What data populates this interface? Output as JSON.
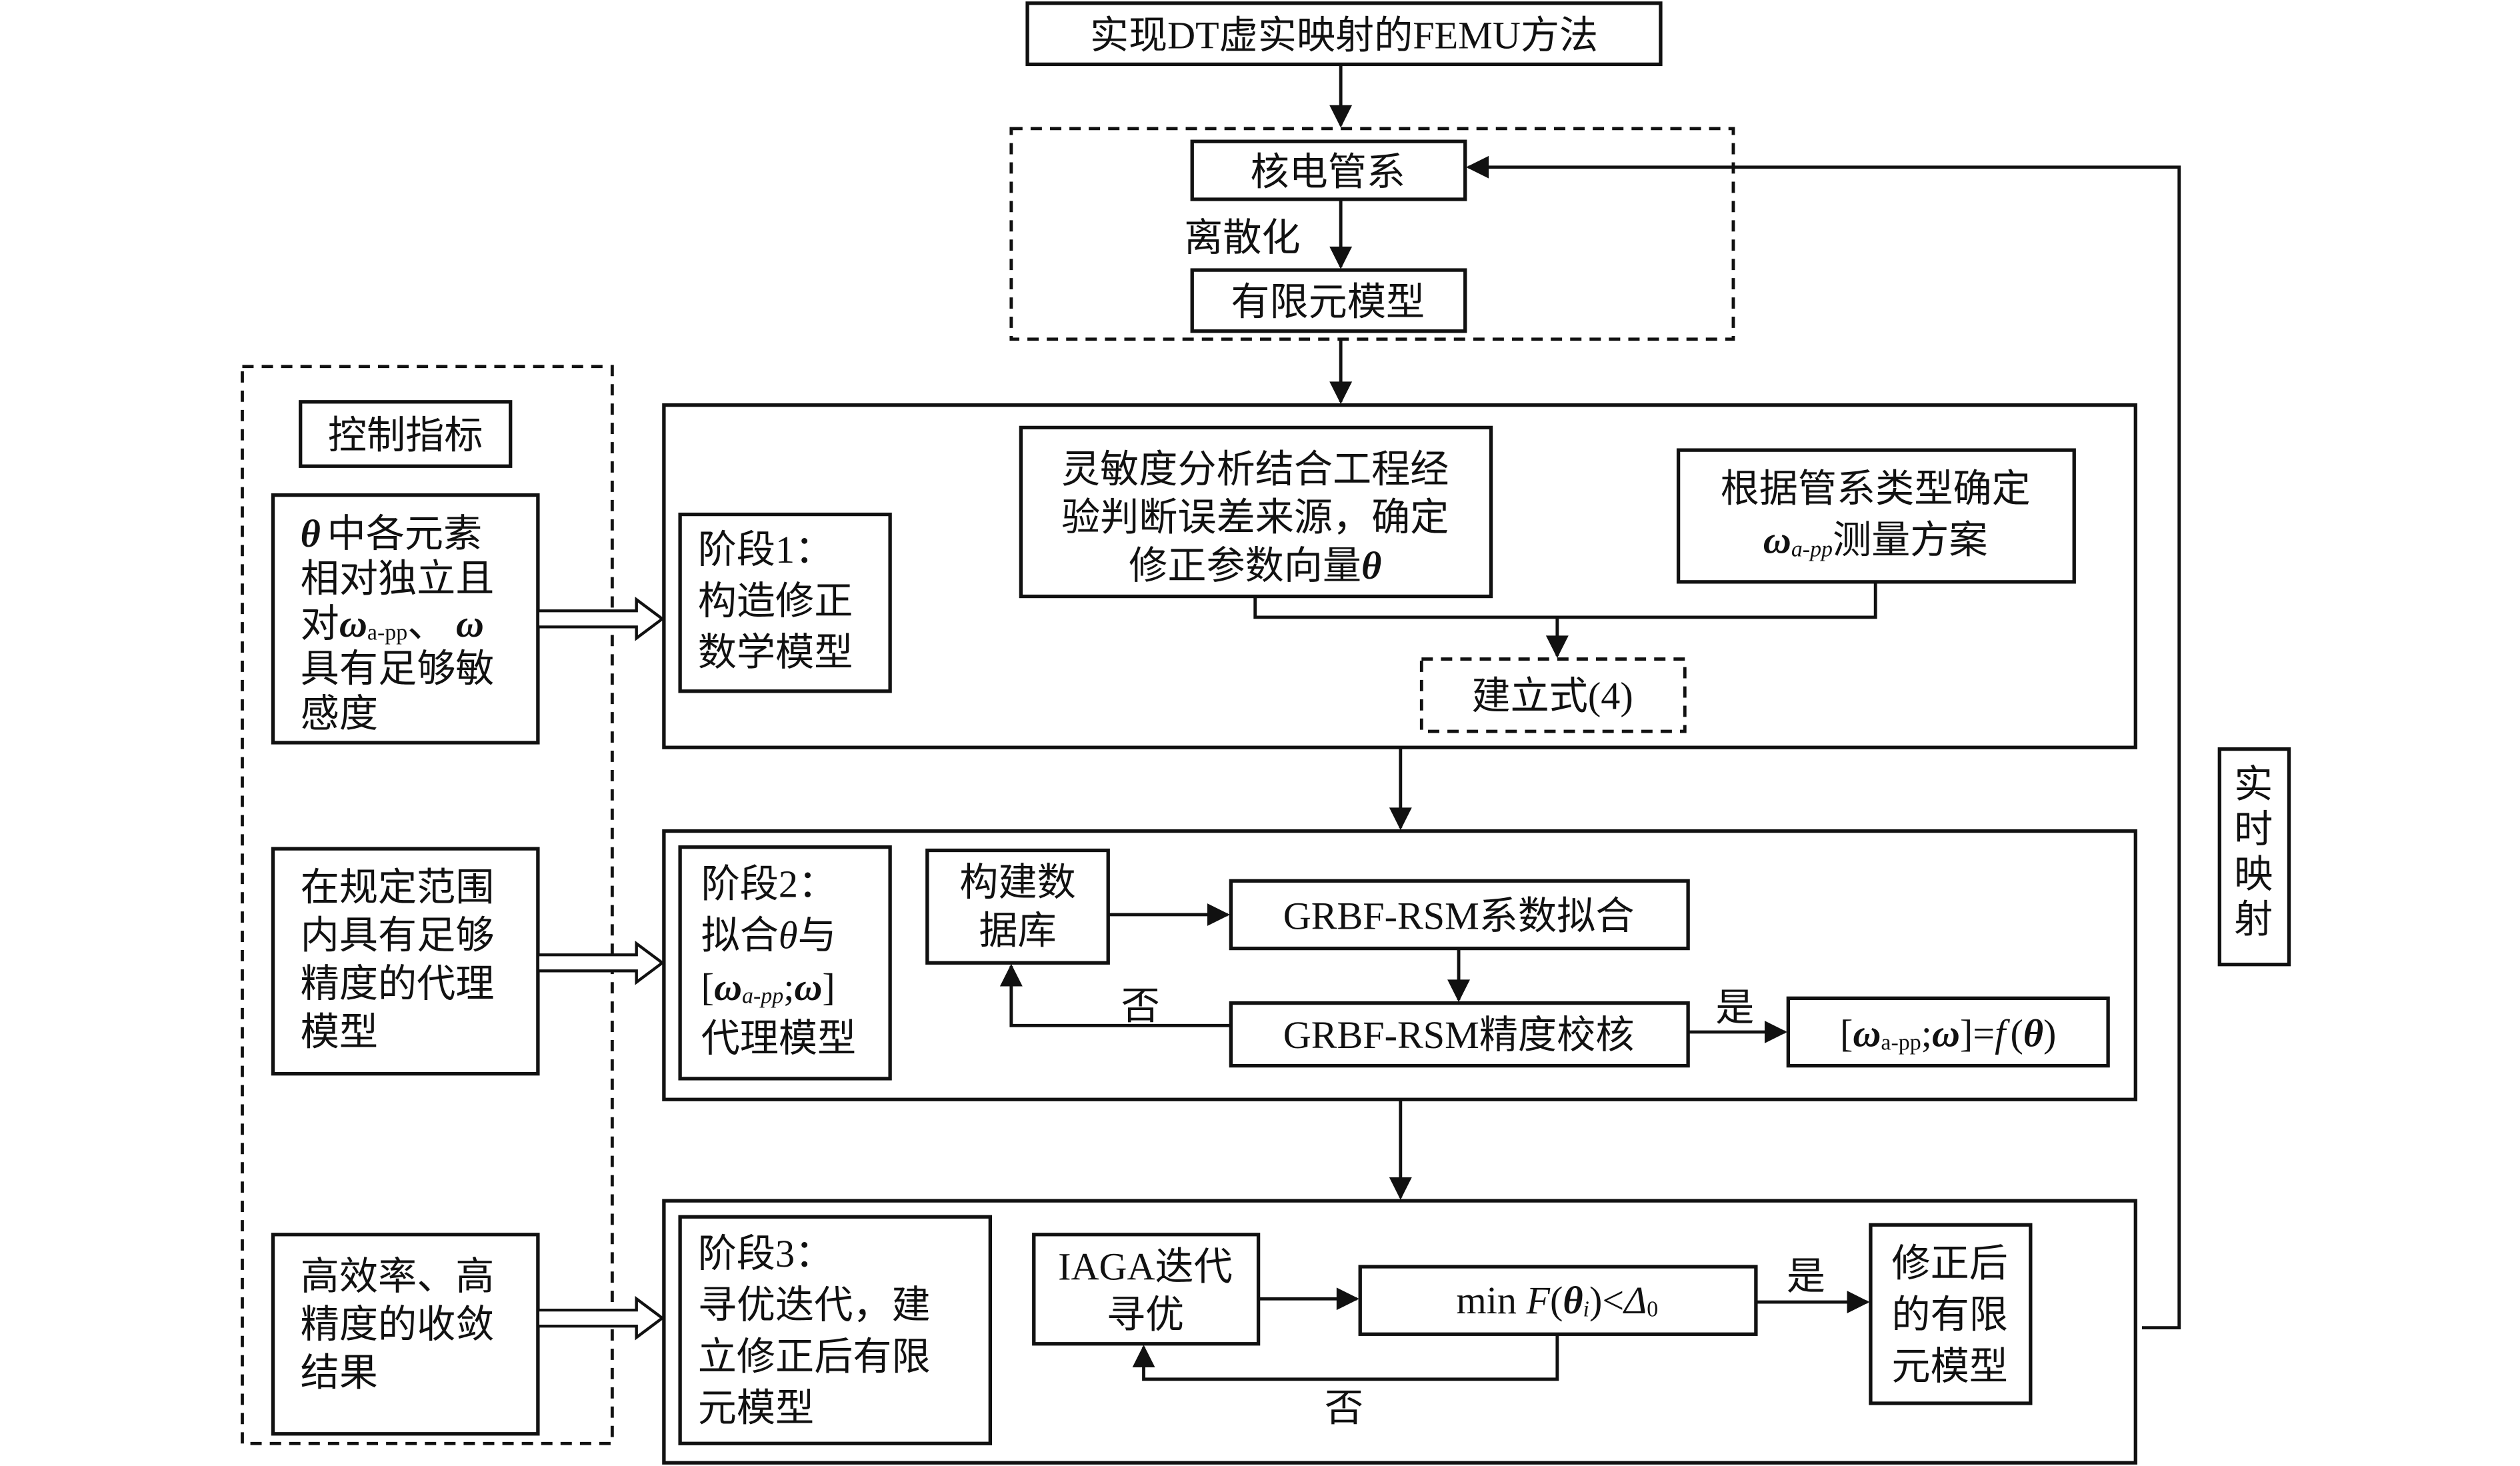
{
  "title": "实现DT虚实映射的FEMU方法",
  "top_group": {
    "node_pipe": "核电管系",
    "edge_label": "离散化",
    "node_fem": "有限元模型"
  },
  "control": {
    "header": "控制指标",
    "item1": {
      "lines": [
        "θ",
        "中各元素",
        "相对独立且",
        "对",
        "ω",
        "a-pp",
        "、",
        "ω",
        "具有足够敏",
        "感度"
      ]
    },
    "item2": {
      "lines": [
        "在规定范围",
        "内具有足够",
        "精度的代理",
        "模型"
      ]
    },
    "item3": {
      "lines": [
        "高效率、高",
        "精度的收敛",
        "结果"
      ]
    }
  },
  "stage1": {
    "label": [
      "阶段1：",
      "构造修正",
      "数学模型"
    ],
    "sens_box": [
      "灵敏度分析结合工程经",
      "验判断误差来源，确定",
      "修正参数向量",
      "θ"
    ],
    "meas_box": [
      "根据管系类型确定",
      "ω",
      "a-pp",
      "测量方案"
    ],
    "eq_box": "建立式(4)"
  },
  "stage2": {
    "label": [
      "阶段2：",
      "拟合",
      "θ",
      "与",
      "[",
      "ω",
      "a-pp",
      ";",
      "ω",
      "]",
      "代理模型"
    ],
    "db_box": [
      "构建数",
      "据库"
    ],
    "fit_box": "GRBF-RSM系数拟合",
    "check_box": "GRBF-RSM精度校核",
    "no_label": "否",
    "yes_label": "是",
    "result": [
      "[",
      "ω",
      "a-pp",
      ";",
      "ω",
      "]=",
      "f",
      "(",
      "θ",
      ")"
    ]
  },
  "stage3": {
    "label": [
      "阶段3：",
      "寻优迭代，建",
      "立修正后有限",
      "元模型"
    ],
    "iaga_box": [
      "IAGA迭代",
      "寻优"
    ],
    "cond_box": [
      "min ",
      "F",
      "(",
      "θ",
      "i",
      ")<",
      "Δ",
      "0"
    ],
    "no_label": "否",
    "yes_label": "是",
    "out_box": [
      "修正后",
      "的有限",
      "元模型"
    ]
  },
  "loop_label": [
    "实",
    "时",
    "映",
    "射"
  ]
}
